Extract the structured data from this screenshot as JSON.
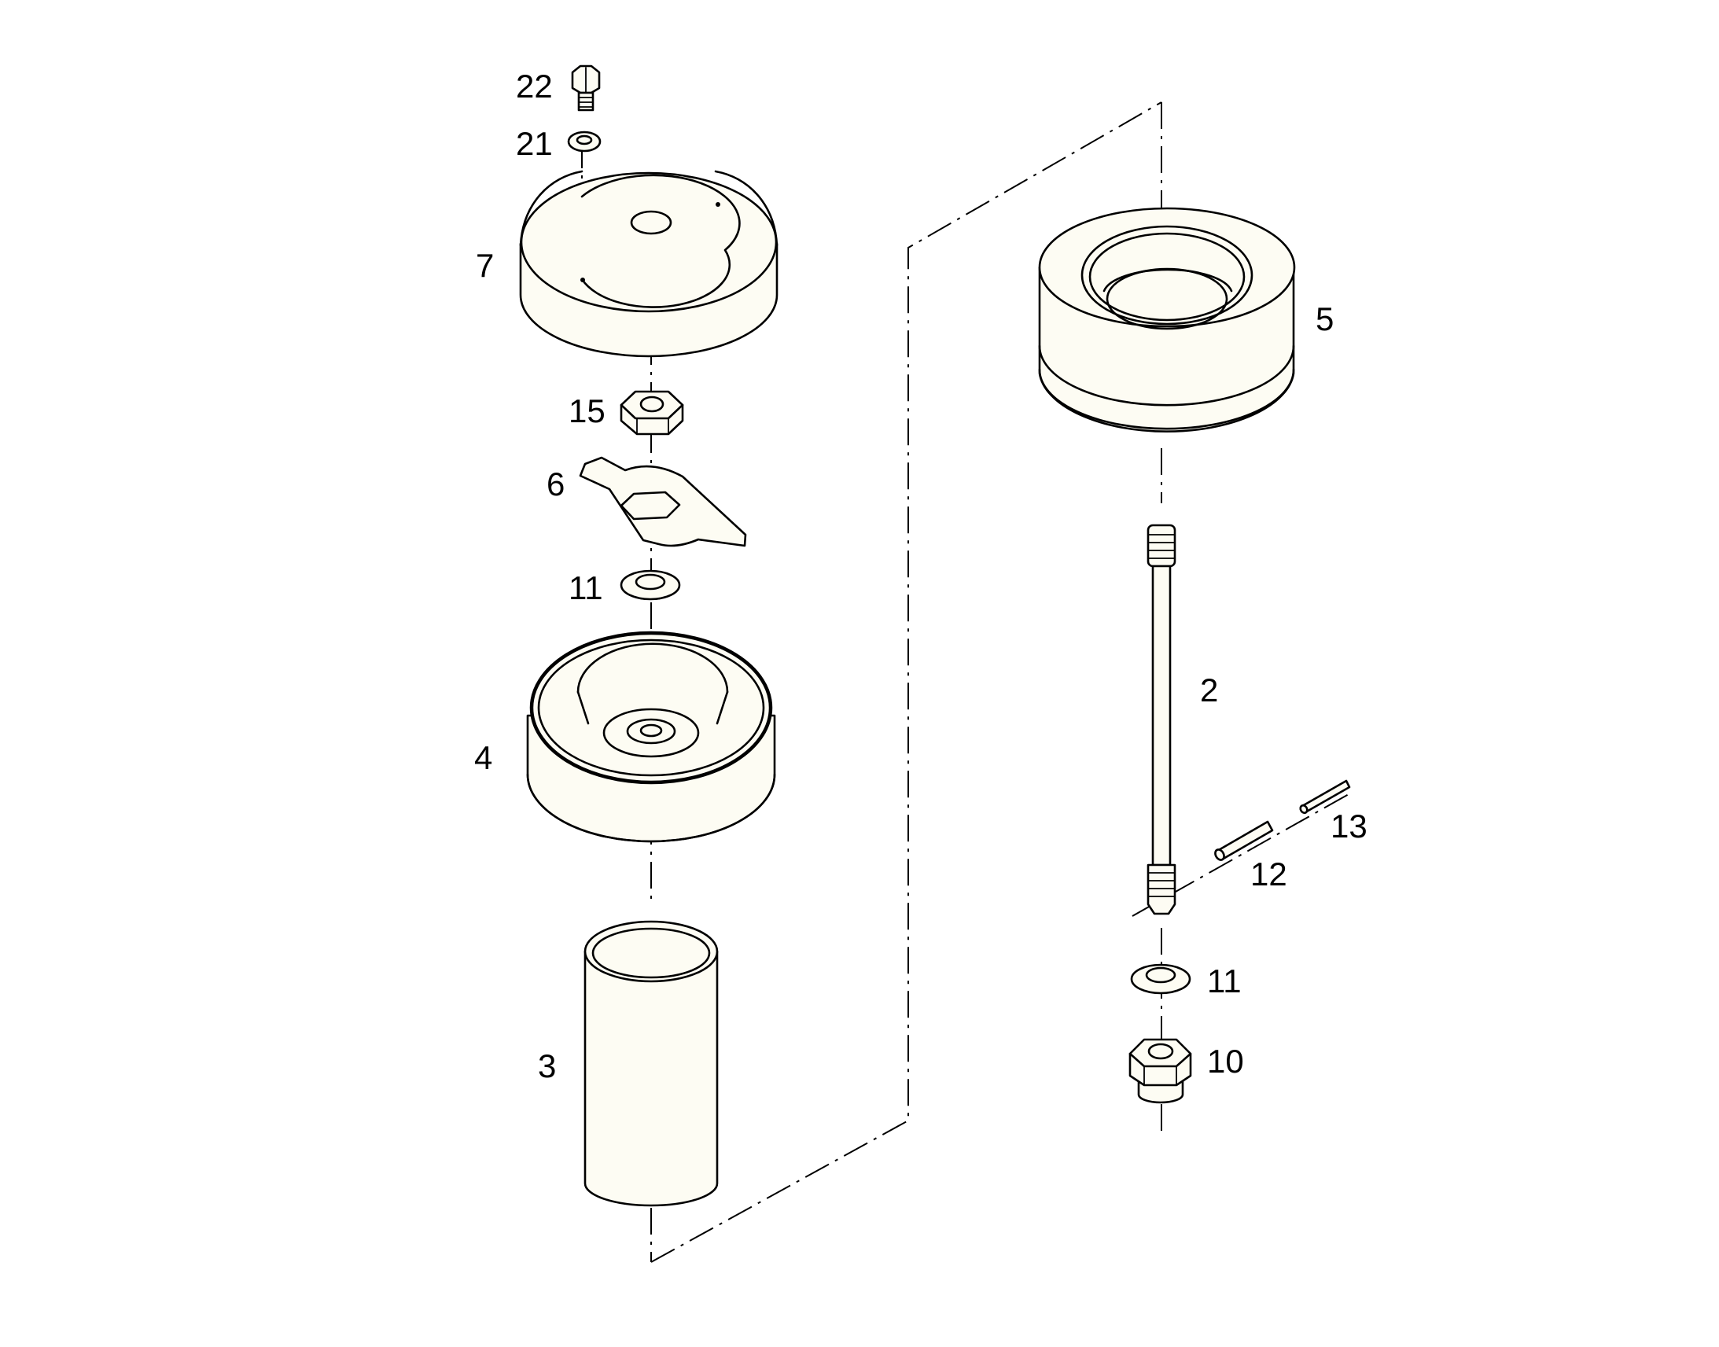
{
  "callouts": {
    "c22": "22",
    "c21": "21",
    "c7": "7",
    "c15": "15",
    "c6": "6",
    "c11a": "11",
    "c4": "4",
    "c3": "3",
    "c5": "5",
    "c2": "2",
    "c13": "13",
    "c12": "12",
    "c11b": "11",
    "c10": "10"
  },
  "colors": {
    "part_fill": "#fdfcf3",
    "line": "#000000",
    "background": "#ffffff"
  }
}
